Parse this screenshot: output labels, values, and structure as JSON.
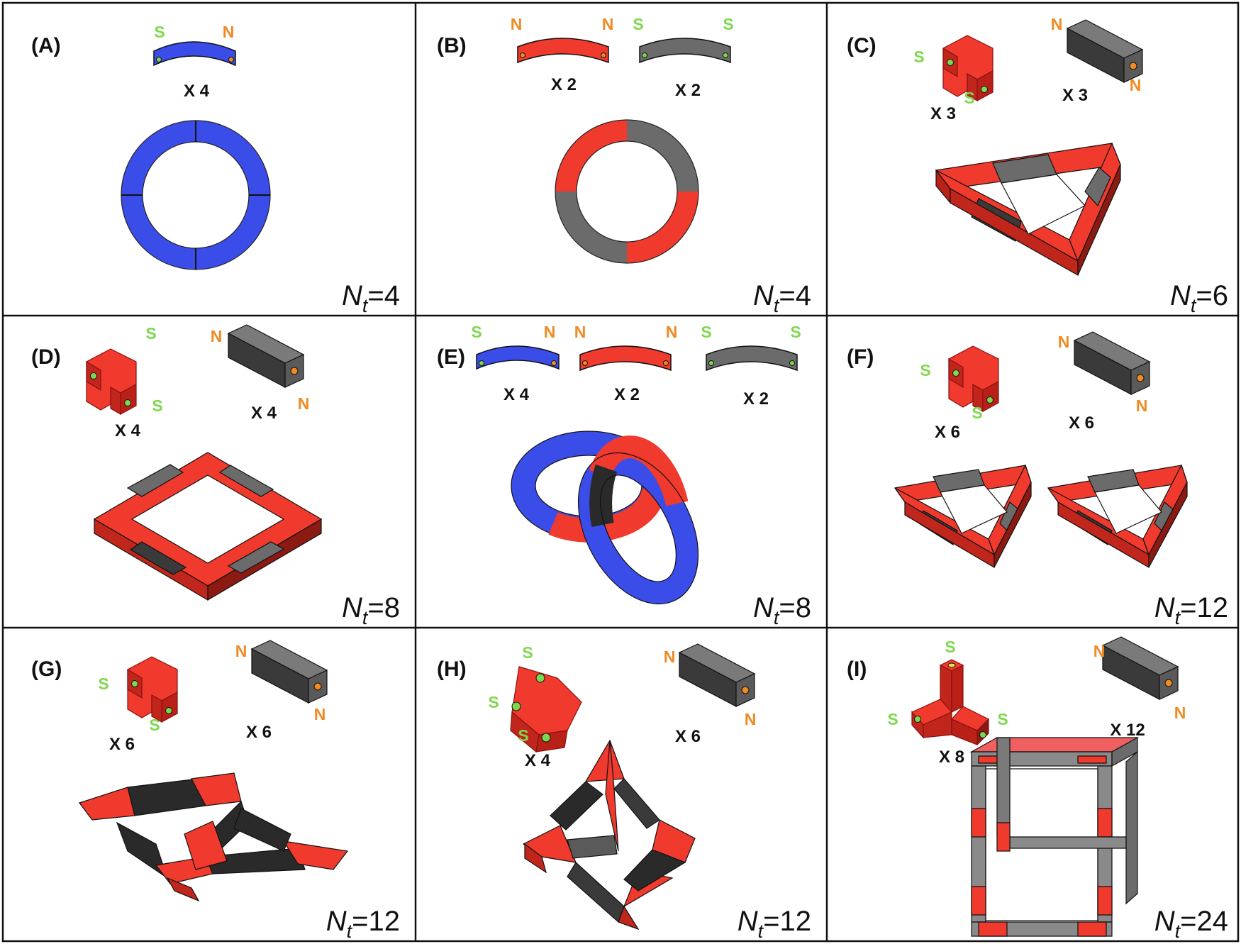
{
  "colors": {
    "red": "#f03a2e",
    "grey": "#6b6b6b",
    "blue": "#3b4de8",
    "dark": "#2a2a2a",
    "north_label": "#f08a24",
    "south_label": "#7ed84c"
  },
  "panels": [
    {
      "label": "(A)",
      "nt_sym": "N",
      "nt_sub": "t",
      "nt_val": "=4",
      "poles": [
        "S",
        "N"
      ],
      "counts": [
        "X 4"
      ]
    },
    {
      "label": "(B)",
      "nt_sym": "N",
      "nt_sub": "t",
      "nt_val": "=4",
      "poles": [
        "N",
        "N",
        "S",
        "S"
      ],
      "counts": [
        "X 2",
        "X 2"
      ]
    },
    {
      "label": "(C)",
      "nt_sym": "N",
      "nt_sub": "t",
      "nt_val": "=6",
      "poles": [
        "S",
        "S",
        "N",
        "N"
      ],
      "counts": [
        "X 3",
        "X 3"
      ]
    },
    {
      "label": "(D)",
      "nt_sym": "N",
      "nt_sub": "t",
      "nt_val": "=8",
      "poles": [
        "S",
        "S",
        "N",
        "N"
      ],
      "counts": [
        "X 4",
        "X 4"
      ]
    },
    {
      "label": "(E)",
      "nt_sym": "N",
      "nt_sub": "t",
      "nt_val": "=8",
      "poles": [
        "S",
        "N",
        "N",
        "N",
        "S",
        "S"
      ],
      "counts": [
        "X 4",
        "X 2",
        "X 2"
      ]
    },
    {
      "label": "(F)",
      "nt_sym": "N",
      "nt_sub": "t",
      "nt_val": "=12",
      "poles": [
        "S",
        "S",
        "N",
        "N"
      ],
      "counts": [
        "X 6",
        "X 6"
      ]
    },
    {
      "label": "(G)",
      "nt_sym": "N",
      "nt_sub": "t",
      "nt_val": "=12",
      "poles": [
        "S",
        "S",
        "N",
        "N"
      ],
      "counts": [
        "X 6",
        "X 6"
      ]
    },
    {
      "label": "(H)",
      "nt_sym": "N",
      "nt_sub": "t",
      "nt_val": "=12",
      "poles": [
        "S",
        "S",
        "S",
        "N",
        "N"
      ],
      "counts": [
        "X 4",
        "X 6"
      ]
    },
    {
      "label": "(I)",
      "nt_sym": "N",
      "nt_sub": "t",
      "nt_val": "=24",
      "poles": [
        "S",
        "S",
        "S",
        "N",
        "N"
      ],
      "counts": [
        "X 8",
        "X 12"
      ]
    }
  ]
}
